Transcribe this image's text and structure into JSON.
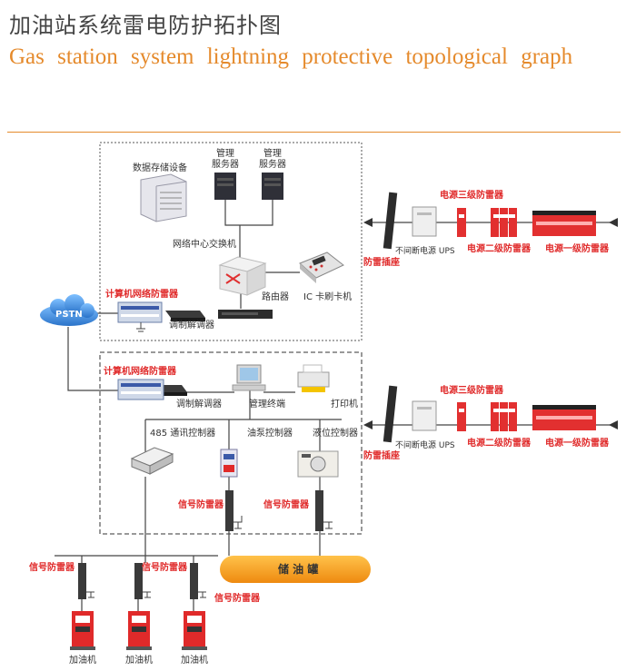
{
  "title": {
    "cn": "加油站系统雷电防护拓扑图",
    "en": "Gas station system lightning protective topological graph"
  },
  "labels": {
    "storage": "数据存储设备",
    "mgmt_server_1": "管理\n服务器",
    "mgmt_server_2": "管理\n服务器",
    "network_switch": "网络中心交换机",
    "router": "路由器",
    "ic_card": "IC 卡刷卡机",
    "net_spd_top": "计算机网络防雷器",
    "modem_top": "调制解调器",
    "pstn": "PSTN",
    "net_spd_mid": "计算机网络防雷器",
    "modem_mid": "调制解调器",
    "terminal": "管理终端",
    "printer": "打印机",
    "ctrl_485": "485 通讯控制器",
    "pump_ctrl": "油泵控制器",
    "level_ctrl": "液位控制器",
    "sig_spd_1": "信号防雷器",
    "sig_spd_2": "信号防雷器",
    "tank": "储 油 罐",
    "sig_spd_3": "信号防雷器",
    "sig_spd_4": "信号防雷器",
    "sig_spd_5": "信号防雷器",
    "dispenser_1": "加油机",
    "dispenser_2": "加油机",
    "dispenser_3": "加油机"
  },
  "power_rows": [
    {
      "stage3": "电源三级防雷器",
      "ups": "不间断电源 UPS",
      "stage2": "电源二级防雷器",
      "stage1": "电源一级防雷器",
      "socket": "防雷插座"
    },
    {
      "stage3": "电源三级防雷器",
      "ups": "不间断电源 UPS",
      "stage2": "电源二级防雷器",
      "stage1": "电源一级防雷器",
      "socket": "防雷插座"
    }
  ],
  "colors": {
    "accent": "#e58a2c",
    "spd_red": "#e02a2a",
    "pstn_blue": "#3a8ad8",
    "tank_orange": "#f39a1a"
  }
}
